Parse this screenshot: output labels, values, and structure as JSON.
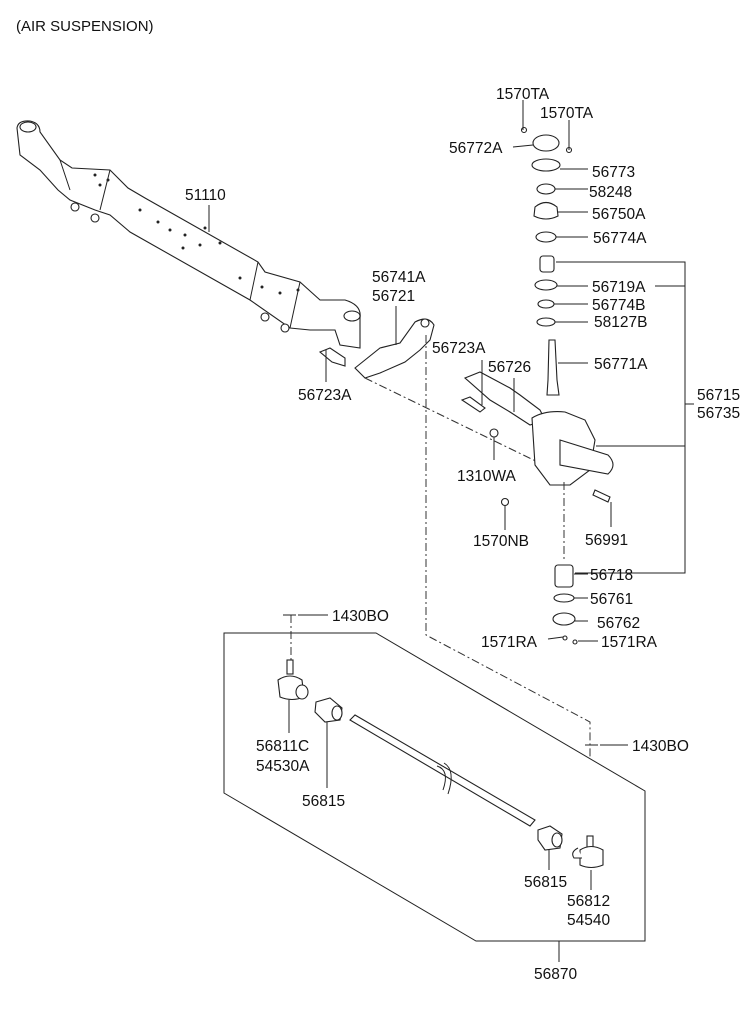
{
  "title": "(AIR SUSPENSION)",
  "labels": {
    "p51110": "51110",
    "p1570TA_a": "1570TA",
    "p1570TA_b": "1570TA",
    "p56772A": "56772A",
    "p56773": "56773",
    "p58248": "58248",
    "p56750A": "56750A",
    "p56774A": "56774A",
    "p56719A": "56719A",
    "p56774B": "56774B",
    "p58127B": "58127B",
    "p56771A": "56771A",
    "p56741A": "56741A",
    "p56721": "56721",
    "p56723A_a": "56723A",
    "p56723A_b": "56723A",
    "p56726": "56726",
    "p56715": "56715",
    "p56735": "56735",
    "p1310WA": "1310WA",
    "p1570NB": "1570NB",
    "p56991": "56991",
    "p56718": "56718",
    "p56761": "56761",
    "p56762": "56762",
    "p1571RA_a": "1571RA",
    "p1571RA_b": "1571RA",
    "p1430BO_a": "1430BO",
    "p1430BO_b": "1430BO",
    "p56811C": "56811C",
    "p54530A": "54530A",
    "p56815_a": "56815",
    "p56815_b": "56815",
    "p56812": "56812",
    "p54540": "54540",
    "p56870": "56870"
  }
}
